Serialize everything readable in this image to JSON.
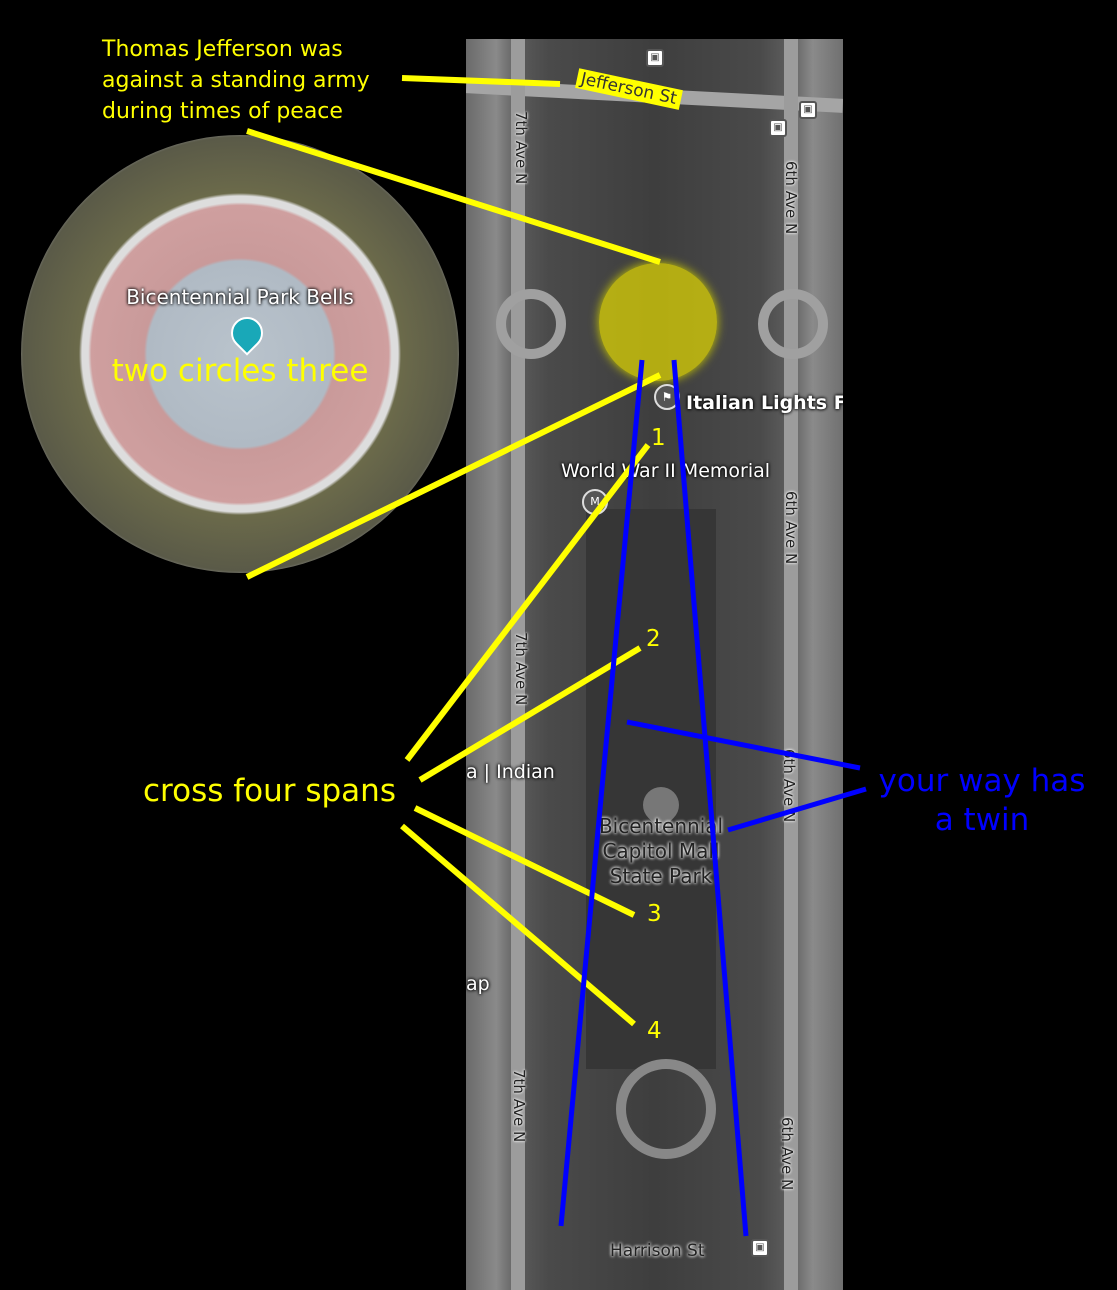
{
  "annotations": {
    "jefferson_note": [
      "Thomas Jefferson was",
      "against a standing army",
      "during times of peace"
    ],
    "circle_caption": "two circles three",
    "spans_caption": "cross four spans",
    "twin_caption": [
      "your way has",
      "a twin"
    ],
    "span_numbers": [
      "1",
      "2",
      "3",
      "4"
    ]
  },
  "map": {
    "labels": {
      "jefferson_st": "Jefferson St",
      "seventh_ave_top": "7th Ave N",
      "seventh_ave_mid": "7th Ave N",
      "seventh_ave_bottom": "7th Ave N",
      "sixth_ave_top": "6th Ave N",
      "sixth_ave_mid": "6th Ave N",
      "sixth_ave_lower": "6th Ave N",
      "sixth_ave_bottom": "6th Ave N",
      "italian_lights": "Italian Lights Fe",
      "wwii_memorial": "World War II Memorial",
      "indian": "a | Indian",
      "park": [
        "Bicentennial",
        "Capitol Mall",
        "State Park"
      ],
      "ap": "ap",
      "harrison_st": "Harrison St"
    },
    "inset_label": "Bicentennial Park Bells"
  },
  "colors": {
    "annotation": "#ffff00",
    "route": "#0000ff"
  }
}
